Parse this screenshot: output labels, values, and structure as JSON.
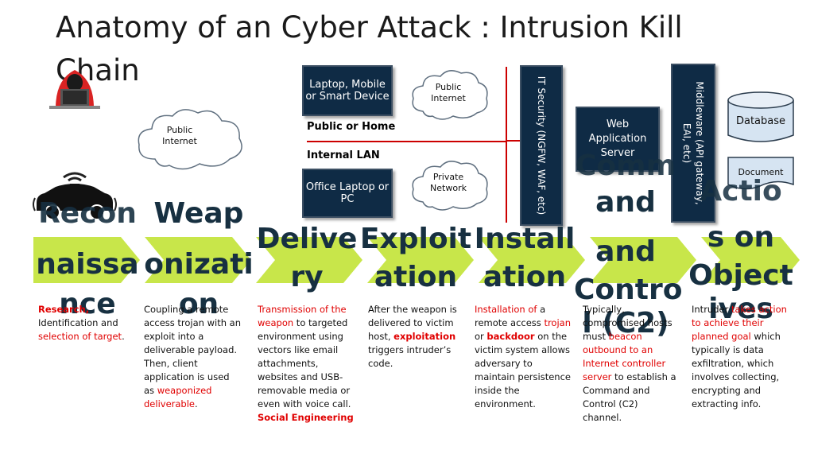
{
  "title": "Anatomy of an Cyber Attack : Intrusion Kill Chain",
  "network": {
    "laptop_mobile": "Laptop, Mobile or Smart Device",
    "public_internet_top": "Public Internet",
    "public_or_home": "Public or Home",
    "internal_lan": "Internal LAN",
    "office_laptop": "Office Laptop or PC",
    "private_network": "Private Network",
    "public_internet_left": "Public Internet",
    "it_security": "IT Security  (NGFW, WAF, etc)",
    "web_app_server": "Web Application Server",
    "middleware": "Middleware (API gateway, EAI, etc)",
    "database": "Database",
    "document": "Document"
  },
  "stages": [
    {
      "name": "Reconnaissance",
      "line1": "Recon",
      "line2": "naissa",
      "line3": "nce"
    },
    {
      "name": "Weaponization",
      "line1": "Weap",
      "line2": "onizati",
      "line3": "on"
    },
    {
      "name": "Delivery",
      "line1": "Delive",
      "line2": "ry"
    },
    {
      "name": "Exploitation",
      "line1": "Exploit",
      "line2": "ation"
    },
    {
      "name": "Installation",
      "line1": "Install",
      "line2": "ation"
    },
    {
      "name": "Command and Control (C2)",
      "line0": "Comm",
      "line1": "and",
      "line2": "and",
      "line3": "Contro",
      "line4": "l (C2)"
    },
    {
      "name": "Actions on Objectives",
      "line0": "Actio",
      "line1": "s on",
      "line2": "Object",
      "line3": "ives"
    }
  ],
  "descriptions": {
    "recon": {
      "p1": "Research,",
      "p2": " Identification and ",
      "p3": "selection of target",
      "p4": "."
    },
    "weapon": {
      "p1": "Coupling a remote access trojan with an exploit into a deliverable payload. Then, client application is used as ",
      "p2": "weaponized deliverable",
      "p3": "."
    },
    "delivery": {
      "p1": "Transmission of the weapon",
      "p2": " to targeted environment using vectors like email attachments, websites and USB-removable media or even with voice call. ",
      "p3": "Social Engineering"
    },
    "exploit": {
      "p1": "After the weapon is delivered to victim host, ",
      "p2": "exploitation",
      "p3": " triggers intruder’s code."
    },
    "install": {
      "p1": "Installation of",
      "p2": " a remote access ",
      "p3": "trojan",
      "p4": " or ",
      "p5": "backdoor",
      "p6": " on the victim system allows adversary to maintain persistence inside the environment."
    },
    "c2": {
      "p1": "Typically, compromised hosts must ",
      "p2": "beacon outbound to an Internet controller server",
      "p3": " to establish a Command and Control (C2) channel."
    },
    "actions": {
      "p1": "Intruder ",
      "p2": "takes action to achieve their planned goal",
      "p3": " which typically is data exfiltration, which involves collecting, encrypting and extracting info."
    }
  },
  "colors": {
    "arrow": "#c8e64a",
    "dark_box": "#0f2b45",
    "red_line": "#cc0000",
    "stage_text": "#173041"
  }
}
